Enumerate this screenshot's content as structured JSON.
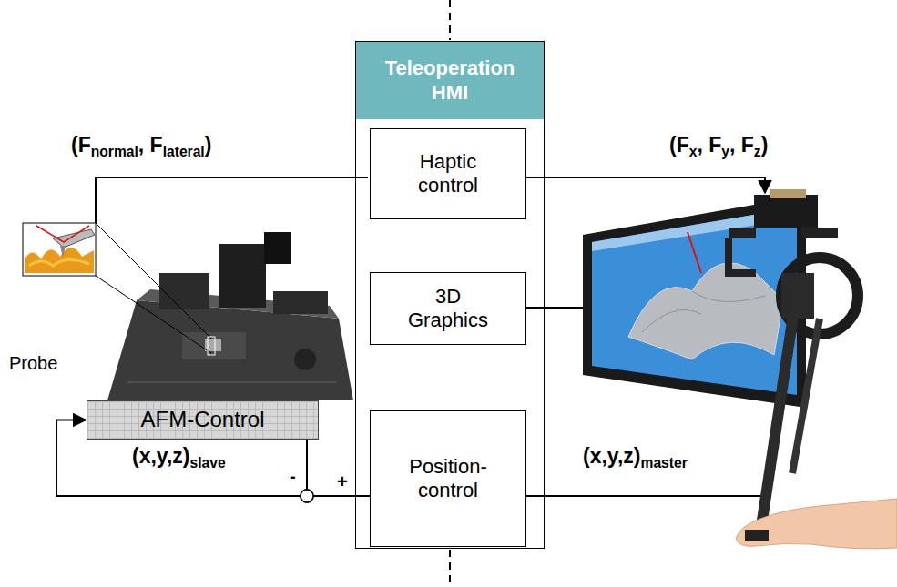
{
  "diagram": {
    "nodes": [
      {
        "text": [
          "Teleoperation HMI"
        ]
      },
      {
        "text": [
          "Haptic control"
        ],
        "in": 0
      },
      {
        "text": [
          "3D Graphics"
        ],
        "in": 0
      },
      {
        "text": [
          "Position-control"
        ],
        "in": 0
      },
      {
        "text": [
          "AFM-Control"
        ]
      }
    ],
    "edges": [
      {
        "from": 3,
        "to": 4,
        "arrow": "to"
      }
    ],
    "labels": [
      "(F",
      "normal",
      ", F",
      "lateral",
      ")",
      "(F",
      "x",
      ", F",
      "y",
      ", F",
      "z",
      ")",
      "Probe",
      "(x,y,z)",
      "slave",
      "-",
      "+",
      "(x,y,z)",
      "master"
    ]
  }
}
